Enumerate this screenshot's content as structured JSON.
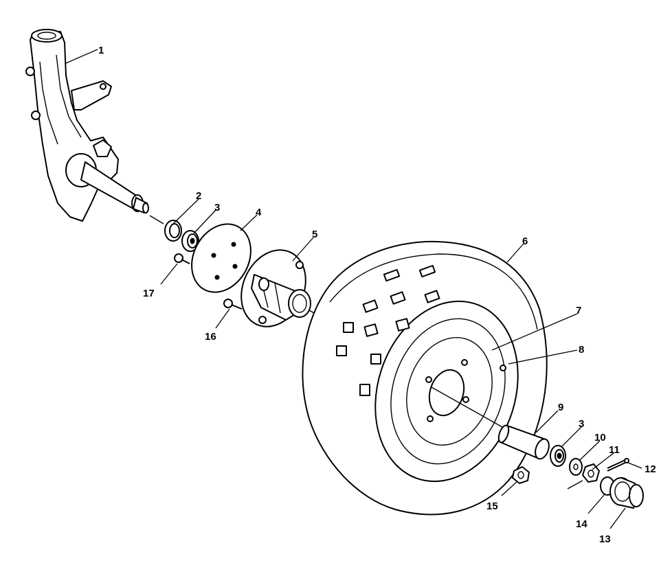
{
  "callouts": [
    "1",
    "2",
    "3",
    "4",
    "5",
    "6",
    "7",
    "8",
    "9",
    "3",
    "10",
    "11",
    "12",
    "14",
    "13",
    "15",
    "16",
    "17"
  ]
}
